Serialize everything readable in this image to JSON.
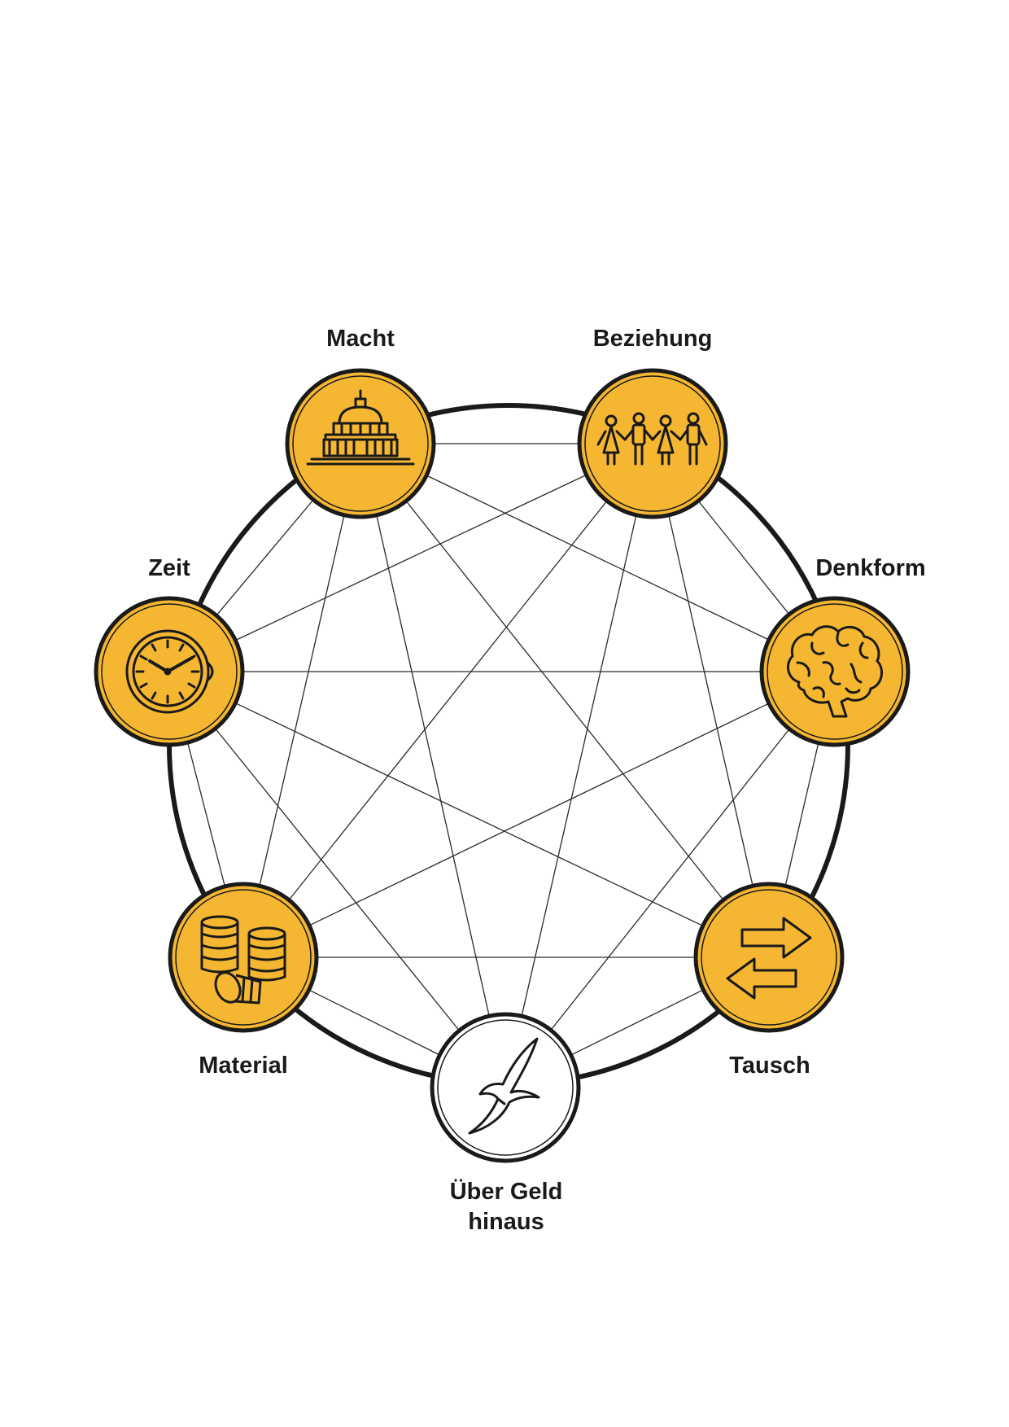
{
  "colors": {
    "node_fill": "#F5B731",
    "center_fill": "#FFFFFF",
    "stroke": "#1A1A1A",
    "line": "#2A2A2A",
    "text": "#1A1A1A"
  },
  "nodes": [
    {
      "id": "macht",
      "label": "Macht",
      "icon": "capitol-building-icon",
      "fill": "gold"
    },
    {
      "id": "beziehung",
      "label": "Beziehung",
      "icon": "people-holding-hands-icon",
      "fill": "gold"
    },
    {
      "id": "denkform",
      "label": "Denkform",
      "icon": "brain-icon",
      "fill": "gold"
    },
    {
      "id": "tausch",
      "label": "Tausch",
      "icon": "exchange-arrows-icon",
      "fill": "gold"
    },
    {
      "id": "ueber-geld-hinaus",
      "label_lines": [
        "Über Geld",
        "hinaus"
      ],
      "icon": "bird-icon",
      "fill": "white"
    },
    {
      "id": "material",
      "label": "Material",
      "icon": "coin-stacks-icon",
      "fill": "gold"
    },
    {
      "id": "zeit",
      "label": "Zeit",
      "icon": "clock-icon",
      "fill": "gold"
    }
  ],
  "connections": "complete-graph"
}
